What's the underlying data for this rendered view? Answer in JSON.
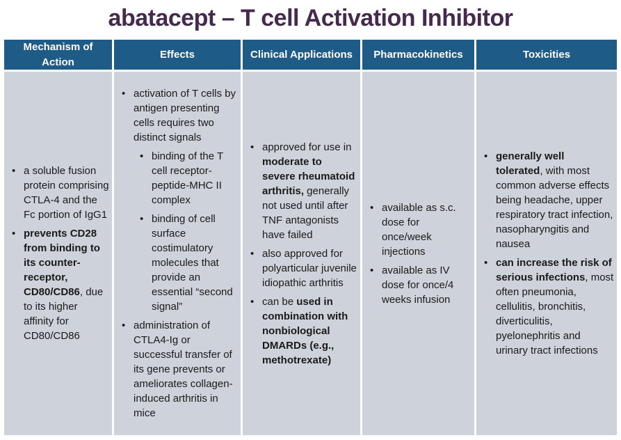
{
  "title": "abatacept – T cell Activation Inhibitor",
  "colors": {
    "header_bg": "#1f5b87",
    "header_text": "#ffffff",
    "cell_bg": "#ced2da",
    "title_text": "#46294e",
    "body_text": "#1a1a1a"
  },
  "table": {
    "headers": [
      "Mechanism of Action",
      "Effects",
      "Clinical Applications",
      "Pharmacokinetics",
      "Toxicities"
    ],
    "columns": [
      {
        "name": "mechanism-of-action",
        "bullets": [
          {
            "level": 1,
            "segments": [
              {
                "text": "a soluble fusion protein comprising CTLA-4 and the Fc portion of IgG1",
                "bold": false
              }
            ]
          },
          {
            "level": 1,
            "segments": [
              {
                "text": "prevents CD28 from binding to its counter-receptor, CD80/CD86",
                "bold": true
              },
              {
                "text": ", due to its higher affinity for CD80/CD86",
                "bold": false
              }
            ]
          }
        ]
      },
      {
        "name": "effects",
        "bullets": [
          {
            "level": 1,
            "segments": [
              {
                "text": "activation of T cells by antigen presenting cells requires two distinct signals",
                "bold": false
              }
            ]
          },
          {
            "level": 2,
            "segments": [
              {
                "text": "binding of the T cell receptor-peptide-MHC II complex",
                "bold": false
              }
            ]
          },
          {
            "level": 2,
            "segments": [
              {
                "text": "binding of cell surface costimulatory molecules that provide an essential “second signal”",
                "bold": false
              }
            ]
          },
          {
            "level": 1,
            "segments": [
              {
                "text": "administration of CTLA4-Ig or successful transfer of its gene prevents or ameliorates collagen-induced arthritis in mice",
                "bold": false
              }
            ]
          }
        ]
      },
      {
        "name": "clinical-applications",
        "bullets": [
          {
            "level": 1,
            "segments": [
              {
                "text": "approved for use in ",
                "bold": false
              },
              {
                "text": "moderate to severe rheumatoid arthritis,",
                "bold": true
              },
              {
                "text": " generally not used until after TNF antagonists have failed",
                "bold": false
              }
            ]
          },
          {
            "level": 1,
            "segments": [
              {
                "text": "also approved for polyarticular juvenile idiopathic arthritis",
                "bold": false
              }
            ]
          },
          {
            "level": 1,
            "segments": [
              {
                "text": "can be ",
                "bold": false
              },
              {
                "text": "used in combination with nonbiological DMARDs (e.g., methotrexate)",
                "bold": true
              }
            ]
          }
        ]
      },
      {
        "name": "pharmacokinetics",
        "bullets": [
          {
            "level": 1,
            "segments": [
              {
                "text": "available as s.c. dose for once/week injections",
                "bold": false
              }
            ]
          },
          {
            "level": 1,
            "segments": [
              {
                "text": "available as IV dose for once/4 weeks infusion",
                "bold": false
              }
            ]
          }
        ]
      },
      {
        "name": "toxicities",
        "bullets": [
          {
            "level": 1,
            "segments": [
              {
                "text": "generally well tolerated",
                "bold": true
              },
              {
                "text": ", with most common adverse effects being headache, upper respiratory tract infection, nasopharyngitis and nausea",
                "bold": false
              }
            ]
          },
          {
            "level": 1,
            "segments": [
              {
                "text": "can increase the risk of serious infections",
                "bold": true
              },
              {
                "text": ", most often pneumonia, cellulitis, bronchitis, diverticulitis, pyelonephritis and urinary tract infections",
                "bold": false
              }
            ]
          }
        ]
      }
    ]
  }
}
